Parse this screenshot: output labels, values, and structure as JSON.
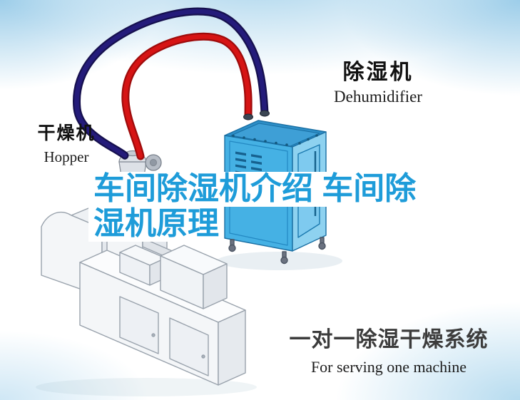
{
  "title": {
    "line1": "车间除湿机介绍 车间除",
    "line2": "湿机原理"
  },
  "labels": {
    "dehumidifier": {
      "cn": "除湿机",
      "en": "Dehumidifier"
    },
    "hopper": {
      "cn": "干燥机",
      "en": "Hopper"
    }
  },
  "caption": {
    "cn": "一对一除湿干燥系统",
    "en": "For serving one machine"
  },
  "colors": {
    "title_blue": "#1e9cd9",
    "caption_dark": "#3c3c3c",
    "pipe_red": "#d61414",
    "pipe_navy": "#241b7a",
    "dehumidifier_front": "#45b1e4",
    "dehumidifier_side": "#8ed2f0",
    "dehumidifier_top": "#2d8fc8",
    "machine_fill": "#f4f6f8",
    "background_tint": "#a9d4ec"
  }
}
